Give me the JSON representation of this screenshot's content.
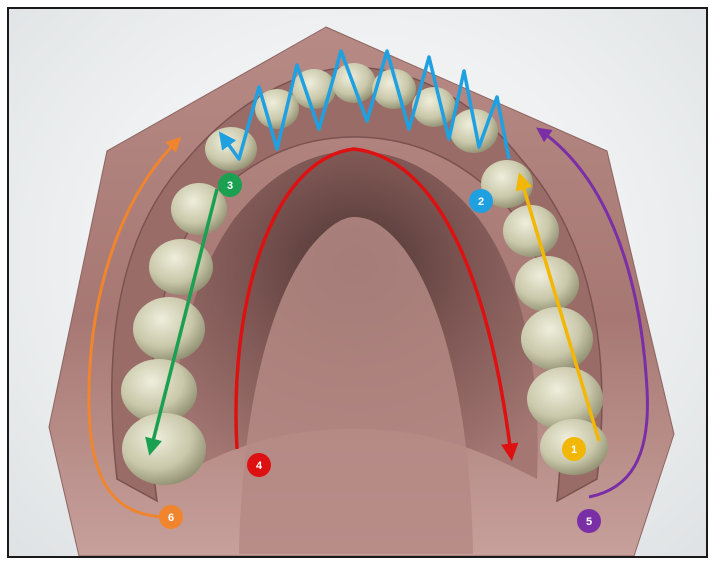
{
  "scene": {
    "subject": "dental-arch-scan",
    "colors": {
      "gum": "#b88c88",
      "gum_dark": "#6f4a47",
      "tooth": "#d3d2b6",
      "tooth_shadow": "#8f8e72"
    }
  },
  "paths": [
    {
      "label": "1",
      "color": "#f2b705",
      "kind": "straight"
    },
    {
      "label": "2",
      "color": "#1fa0e0",
      "kind": "zigzag"
    },
    {
      "label": "3",
      "color": "#1aa050",
      "kind": "straight"
    },
    {
      "label": "4",
      "color": "#dd1111",
      "kind": "arch"
    },
    {
      "label": "5",
      "color": "#7b2fa6",
      "kind": "curve"
    },
    {
      "label": "6",
      "color": "#f0852d",
      "kind": "curve"
    }
  ]
}
